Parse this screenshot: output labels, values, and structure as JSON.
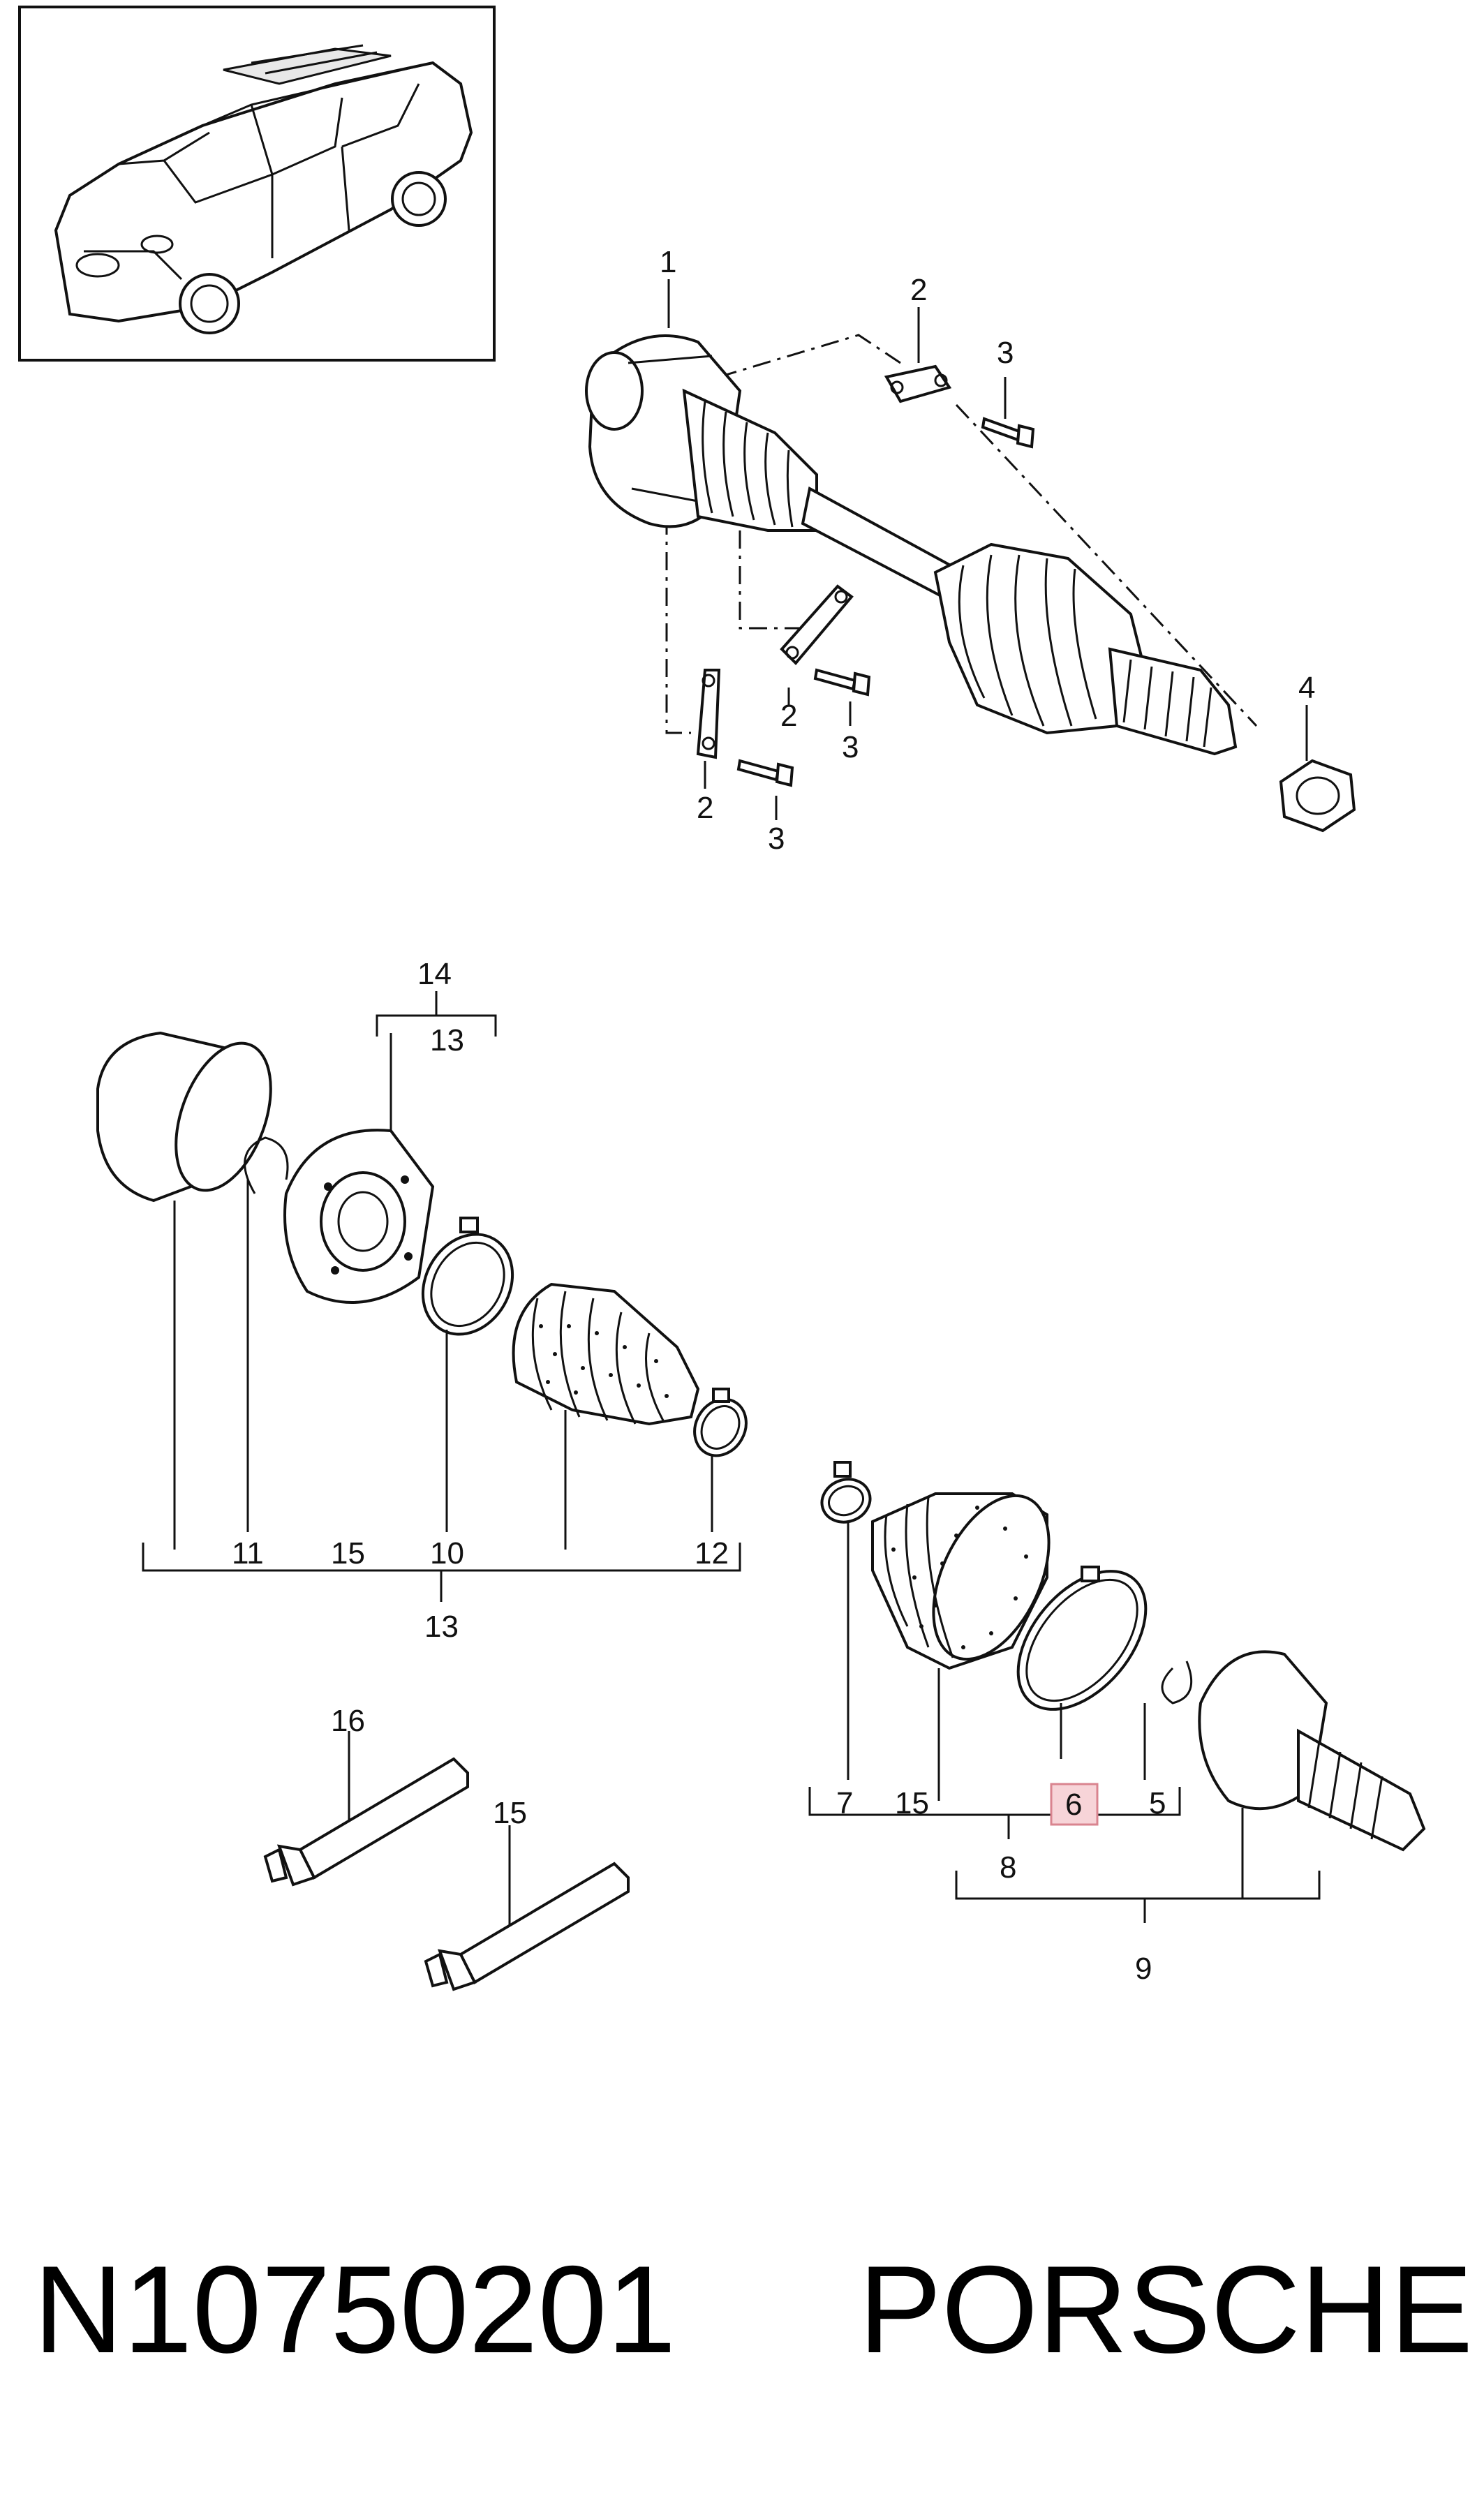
{
  "diagram": {
    "callouts": [
      {
        "id": "c1",
        "text": "1"
      },
      {
        "id": "c2a",
        "text": "2"
      },
      {
        "id": "c3a",
        "text": "3"
      },
      {
        "id": "c2b",
        "text": "2"
      },
      {
        "id": "c3b",
        "text": "3"
      },
      {
        "id": "c2c",
        "text": "2"
      },
      {
        "id": "c3c",
        "text": "3"
      },
      {
        "id": "c4",
        "text": "4"
      },
      {
        "id": "c14",
        "text": "14"
      },
      {
        "id": "c13top",
        "text": "13"
      },
      {
        "id": "c11",
        "text": "11"
      },
      {
        "id": "c15a",
        "text": "15"
      },
      {
        "id": "c10",
        "text": "10"
      },
      {
        "id": "c12",
        "text": "12"
      },
      {
        "id": "c13bot",
        "text": "13"
      },
      {
        "id": "c7",
        "text": "7"
      },
      {
        "id": "c15b",
        "text": "15"
      },
      {
        "id": "c6",
        "text": "6",
        "highlighted": true
      },
      {
        "id": "c5",
        "text": "5"
      },
      {
        "id": "c8",
        "text": "8"
      },
      {
        "id": "c9",
        "text": "9"
      },
      {
        "id": "c16",
        "text": "16"
      },
      {
        "id": "c15c",
        "text": "15"
      }
    ],
    "highlight_color": "#f7d4d8",
    "highlight_border": "#d9848f"
  },
  "footer": {
    "part_number": "N10750201",
    "brand": "PORSCHE"
  }
}
